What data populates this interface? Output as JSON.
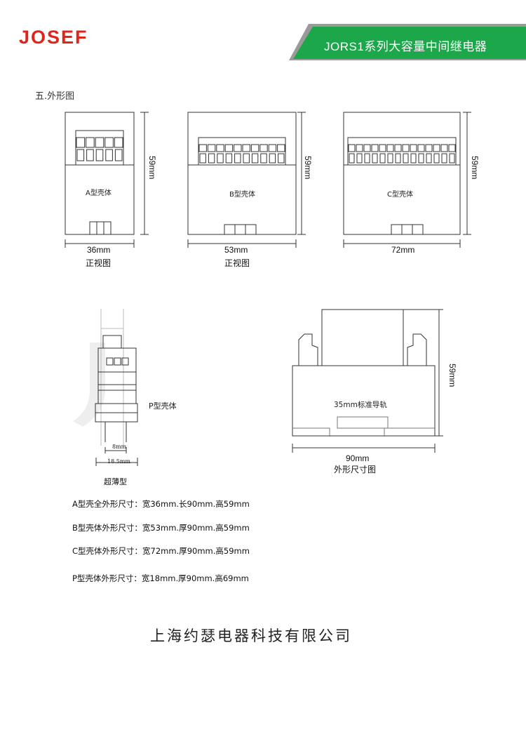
{
  "header": {
    "logo": "JOSEF",
    "title": "JORS1系列大容量中间继电器",
    "colors": {
      "logo": "#e1251b",
      "banner": "#1ca84a",
      "banner_shadow": "#9a9a9a"
    }
  },
  "section_title": "五.外形图",
  "front_views": {
    "a": {
      "label": "A型壳体",
      "width": "36mm",
      "height": "59mm"
    },
    "b": {
      "label": "B型壳体",
      "width": "53mm",
      "height": "59mm"
    },
    "c": {
      "label": "C型壳体",
      "width": "72mm",
      "height": "59mm"
    },
    "caption_a": "正视图",
    "caption_b": "正视图"
  },
  "p_view": {
    "label": "P型壳体",
    "inner_width": "8mm",
    "outer_width": "18.5mm",
    "caption": "超薄型"
  },
  "side_view": {
    "rail_label": "35mm标准导轨",
    "width": "90mm",
    "height": "59mm",
    "caption": "外形尺寸图"
  },
  "specs": [
    "A型壳全外形尺寸：宽36mm.长90mm.高59mm",
    "B型壳体外形尺寸：宽53mm.厚90mm.高59mm",
    "C型壳体外形尺寸：宽72mm.厚90mm.高59mm",
    "P型壳体外形尺寸：宽18mm.厚90mm.高69mm"
  ],
  "footer": {
    "company": "上海约瑟电器科技有限公司"
  }
}
